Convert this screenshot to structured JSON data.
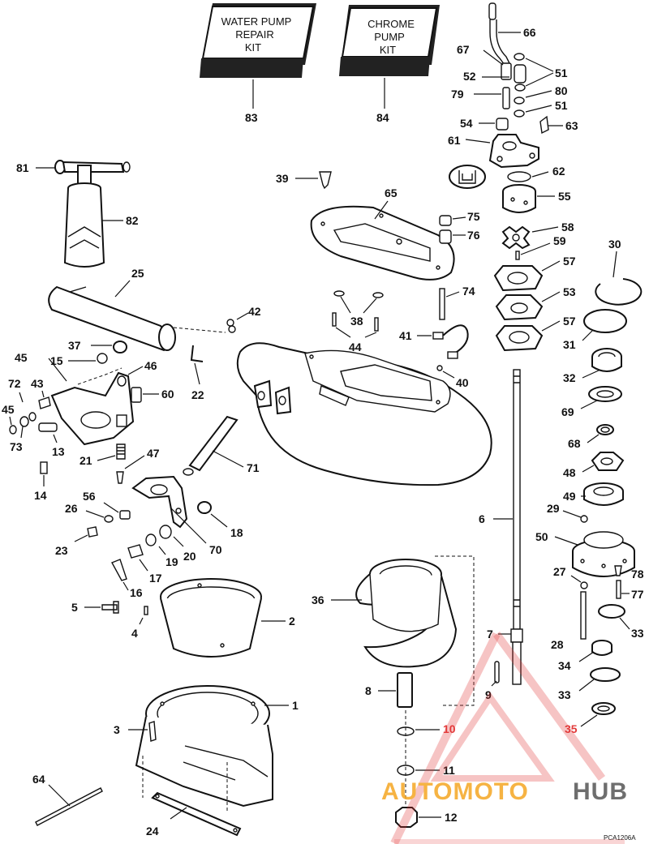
{
  "kits": {
    "water_pump": {
      "lines": [
        "WATER PUMP",
        "REPAIR",
        "KIT"
      ],
      "number": "83"
    },
    "chrome_pump": {
      "lines": [
        "CHROME",
        "PUMP",
        "KIT"
      ],
      "number": "84"
    }
  },
  "labels": {
    "l1": "1",
    "l2": "2",
    "l3": "3",
    "l4": "4",
    "l5": "5",
    "l6": "6",
    "l7": "7",
    "l8": "8",
    "l9": "9",
    "l10": "10",
    "l11": "11",
    "l12": "12",
    "l13": "13",
    "l14": "14",
    "l15": "15",
    "l16": "16",
    "l17": "17",
    "l18": "18",
    "l19": "19",
    "l20": "20",
    "l21": "21",
    "l22": "22",
    "l23": "23",
    "l24": "24",
    "l25": "25",
    "l26": "26",
    "l27": "27",
    "l28": "28",
    "l29": "29",
    "l30": "30",
    "l31": "31",
    "l32": "32",
    "l33a": "33",
    "l33b": "33",
    "l34": "34",
    "l35": "35",
    "l36": "36",
    "l37": "37",
    "l38": "38",
    "l39": "39",
    "l40": "40",
    "l41": "41",
    "l42": "42",
    "l43": "43",
    "l44": "44",
    "l45a": "45",
    "l45b": "45",
    "l46": "46",
    "l47": "47",
    "l48": "48",
    "l49": "49",
    "l50": "50",
    "l51a": "51",
    "l51b": "51",
    "l52": "52",
    "l53": "53",
    "l54": "54",
    "l55": "55",
    "l56": "56",
    "l57a": "57",
    "l57b": "57",
    "l58": "58",
    "l59": "59",
    "l60": "60",
    "l61": "61",
    "l62": "62",
    "l63": "63",
    "l64": "64",
    "l65": "65",
    "l66": "66",
    "l67": "67",
    "l68": "68",
    "l69": "69",
    "l70": "70",
    "l71": "71",
    "l72": "72",
    "l73": "73",
    "l74": "74",
    "l75": "75",
    "l76": "76",
    "l77": "77",
    "l78": "78",
    "l79": "79",
    "l80": "80",
    "l81": "81",
    "l82": "82"
  },
  "figure_code": "PCA1206A",
  "watermark": {
    "part1": "AUTOMOTO",
    "part2": "HUB",
    "accent_color": "#f5a623",
    "triangle_color": "#e23a3a"
  }
}
